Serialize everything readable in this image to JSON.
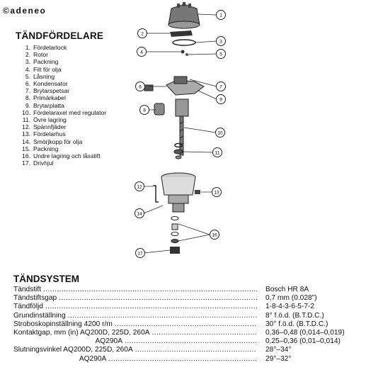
{
  "brand": "adeneo",
  "parts_title": "TÄNDFÖRDELARE",
  "parts": [
    {
      "num": "1.",
      "label": "Fördelarlock"
    },
    {
      "num": "2.",
      "label": "Rotor"
    },
    {
      "num": "3.",
      "label": "Packning"
    },
    {
      "num": "4.",
      "label": "Filt för olja"
    },
    {
      "num": "5.",
      "label": "Låsning"
    },
    {
      "num": "6.",
      "label": "Kondensator"
    },
    {
      "num": "7.",
      "label": "Brytarspetsar"
    },
    {
      "num": "8.",
      "label": "Primärkabel"
    },
    {
      "num": "9.",
      "label": "Brytarplatta"
    },
    {
      "num": "10.",
      "label": "Fördelaraxel med regulator"
    },
    {
      "num": "11.",
      "label": "Övre lagring"
    },
    {
      "num": "12.",
      "label": "Spännfjäder"
    },
    {
      "num": "13.",
      "label": "Fördelarhus"
    },
    {
      "num": "14.",
      "label": "Smörjkopp för olja"
    },
    {
      "num": "15.",
      "label": "Packning"
    },
    {
      "num": "16.",
      "label": "Undre lagring och låsstift"
    },
    {
      "num": "17.",
      "label": "Drivhjul"
    }
  ],
  "callouts": [
    "1",
    "2",
    "3",
    "4",
    "5",
    "6",
    "7",
    "8",
    "9",
    "10",
    "11",
    "12",
    "13",
    "14",
    "15",
    "16",
    "17"
  ],
  "system_title": "TÄNDSYSTEM",
  "specs": [
    {
      "label": "Tändstift",
      "value": "Bosch HR 8A",
      "dotted": true
    },
    {
      "label": "Tändstiftsgap",
      "value": "0,7 mm (0.028\")",
      "dotted": true
    },
    {
      "label": "Tändföljd",
      "value": "1-8-4-3-6-5-7-2",
      "dotted": true
    },
    {
      "label": "Grundinställning",
      "value": "8° f.ö.d. (B.T.D.C.)",
      "dotted": true
    },
    {
      "label": "Stroboskopinställning 4200 r/m",
      "value": "30° f.ö.d. (B.T.D.C.)",
      "dotted": true
    },
    {
      "label": "Kontaktgap, mm (in) AQ200D, 225D, 260A",
      "value": "0,36–0,48 (0,014–0,019)",
      "dotted": true
    },
    {
      "label": "                                         AQ290A",
      "value": "0,25–0,36 (0,01–0,014)",
      "dotted": true
    },
    {
      "label": "Slutningsvinkel AQ200D, 225D, 260A",
      "value": "28°–34°",
      "dotted": true
    },
    {
      "label": "                                 AQ290A",
      "value": "29°–32°",
      "dotted": true
    }
  ]
}
